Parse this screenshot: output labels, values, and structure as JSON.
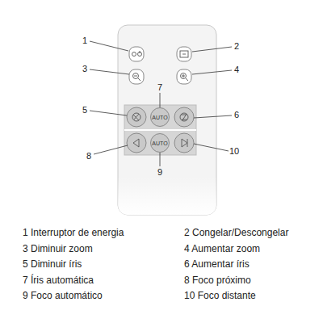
{
  "diagram": {
    "nodes": [
      {
        "text": [
          "AUTO"
        ]
      },
      {
        "text": [
          "AUTO"
        ]
      }
    ],
    "labels": [
      "1",
      "2",
      "3",
      "4",
      "7",
      "5",
      "6",
      "8",
      "10",
      "9",
      "1 Interruptor de energia",
      "2 Congelar/Descongelar",
      "3 Diminuir zoom",
      "4 Aumentar zoom",
      "5 Diminuir íris",
      "6 Aumentar íris",
      "7 Íris automática",
      "8 Foco próximo",
      "9 Foco automático",
      "10 Foco distante"
    ]
  }
}
